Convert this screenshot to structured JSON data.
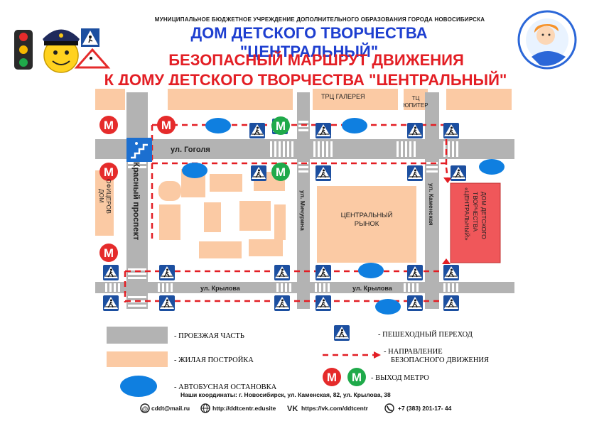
{
  "header": {
    "org": "МУНИЦИПАЛЬНОЕ БЮДЖЕТНОЕ УЧРЕЖДЕНИЕ ДОПОЛНИТЕЛЬНОГО ОБРАЗОВАНИЯ ГОРОДА НОВОСИБИРСКА",
    "house": "ДОМ ДЕТСКОГО ТВОРЧЕСТВА \"ЦЕНТРАЛЬНЫЙ\"",
    "title1": "БЕЗОПАСНЫЙ МАРШРУТ ДВИЖЕНИЯ",
    "title2": "К ДОМУ ДЕТСКОГО ТВОРЧЕСТВА \"ЦЕНТРАЛЬНЫЙ\""
  },
  "map": {
    "streets": {
      "gogol": "ул. Гоголя",
      "krylova_left": "ул. Крылова",
      "krylova_right": "ул. Крылова",
      "krasny": "Красный проспект",
      "michurina": "ул. Мичурина",
      "kamenskaya": "ул. Каменская"
    },
    "buildings": {
      "galereya": "ТРЦ ГАЛЕРЕЯ",
      "jupiter_1": "ТЦ",
      "jupiter_2": "ЮПИТЕР",
      "dom_ofitserov_1": "ДОМ",
      "dom_ofitserov_2": "ОФИЦЕРОВ",
      "market_1": "ЦЕНТРАЛЬНЫЙ",
      "market_2": "РЫНОК",
      "ddt_1": "ДОМ ДЕТСКОГО",
      "ddt_2": "ТВОРЧЕСТВА",
      "ddt_3": "«ЦЕНТРАЛЬНЫЙ»"
    },
    "metro_letter": "М"
  },
  "legend": {
    "road": "- ПРОЕЗЖАЯ ЧАСТЬ",
    "housing": "- ЖИЛАЯ ПОСТРОЙКА",
    "bus": "- АВТОБУСНАЯ ОСТАНОВКА",
    "crossing": "- ПЕШЕХОДНЫЙ ПЕРЕХОД",
    "direction_1": "- НАПРАВЛЕНИЕ",
    "direction_2": "БЕЗОПАСНОГО ДВИЖЕНИЯ",
    "metro": "- ВЫХОД МЕТРО"
  },
  "footer": {
    "coords": "Наши координаты: г. Новосибирск, ул. Каменская, 82, ул. Крылова, 38",
    "email": "cddt@mail.ru",
    "site": "http://ddtcentr.edusite",
    "vk": "https://vk.com/ddtcentr",
    "phone": "+7 (383) 201-17- 44"
  },
  "colors": {
    "road": "#b3b3b3",
    "housing": "#fbcaa4",
    "bus": "#0f7fe0",
    "metro_red": "#e52b2b",
    "metro_green": "#1faa4a",
    "route": "#e31e24",
    "ddt": "#f0575a",
    "sign": "#1c4fa0",
    "title_blue": "#1e3fd0",
    "title_red": "#e31e24"
  },
  "icons": [
    "traffic-light-icon",
    "smiley-police-icon",
    "pedestrian-sign-icon",
    "logo-icon",
    "email-icon",
    "globe-icon",
    "vk-icon",
    "phone-icon"
  ]
}
